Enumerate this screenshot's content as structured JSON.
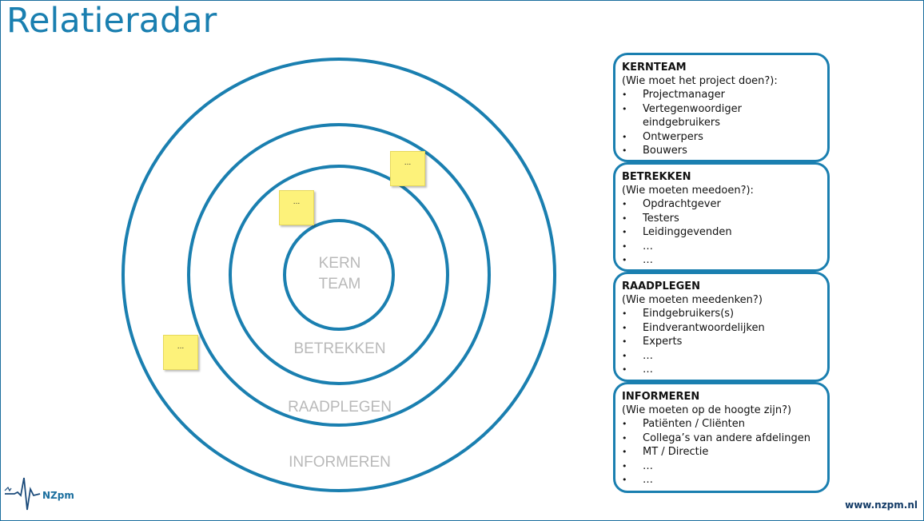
{
  "title": "Relatieradar",
  "rings": {
    "kern_line1": "KERN",
    "kern_line2": "TEAM",
    "betrekken": "BETREKKEN",
    "raadplegen": "RAADPLEGEN",
    "informeren": "INFORMEREN"
  },
  "notes": [
    "...",
    "...",
    "..."
  ],
  "cards": [
    {
      "title": "KERNTEAM",
      "subtitle": "(Wie moet het project doen?):",
      "items": [
        "Projectmanager",
        "Vertegenwoordiger eindgebruikers",
        "Ontwerpers",
        "Bouwers",
        "…"
      ]
    },
    {
      "title": "BETREKKEN",
      "subtitle": "(Wie moeten meedoen?):",
      "items": [
        "Opdrachtgever",
        "Testers",
        "Leidinggevenden",
        "…",
        "…"
      ]
    },
    {
      "title": "RAADPLEGEN",
      "subtitle": "(Wie moeten meedenken?)",
      "items": [
        "Eindgebruikers(s)",
        "Eindverantwoordelijken",
        "Experts",
        "…",
        "…"
      ]
    },
    {
      "title": "INFORMEREN",
      "subtitle": "(Wie moeten op de hoogte zijn?)",
      "items": [
        "Patiënten / Cliënten",
        "Collega’s van andere afdelingen",
        "MT / Directie",
        "…",
        "…"
      ]
    }
  ],
  "bullet": "•",
  "logo_text": "NZpm",
  "website": "www.nzpm.nl",
  "colors": {
    "ring": "#1a7fb0",
    "title": "#1a7fb0",
    "label": "#b9b9b9",
    "note": "#fdf27a"
  }
}
